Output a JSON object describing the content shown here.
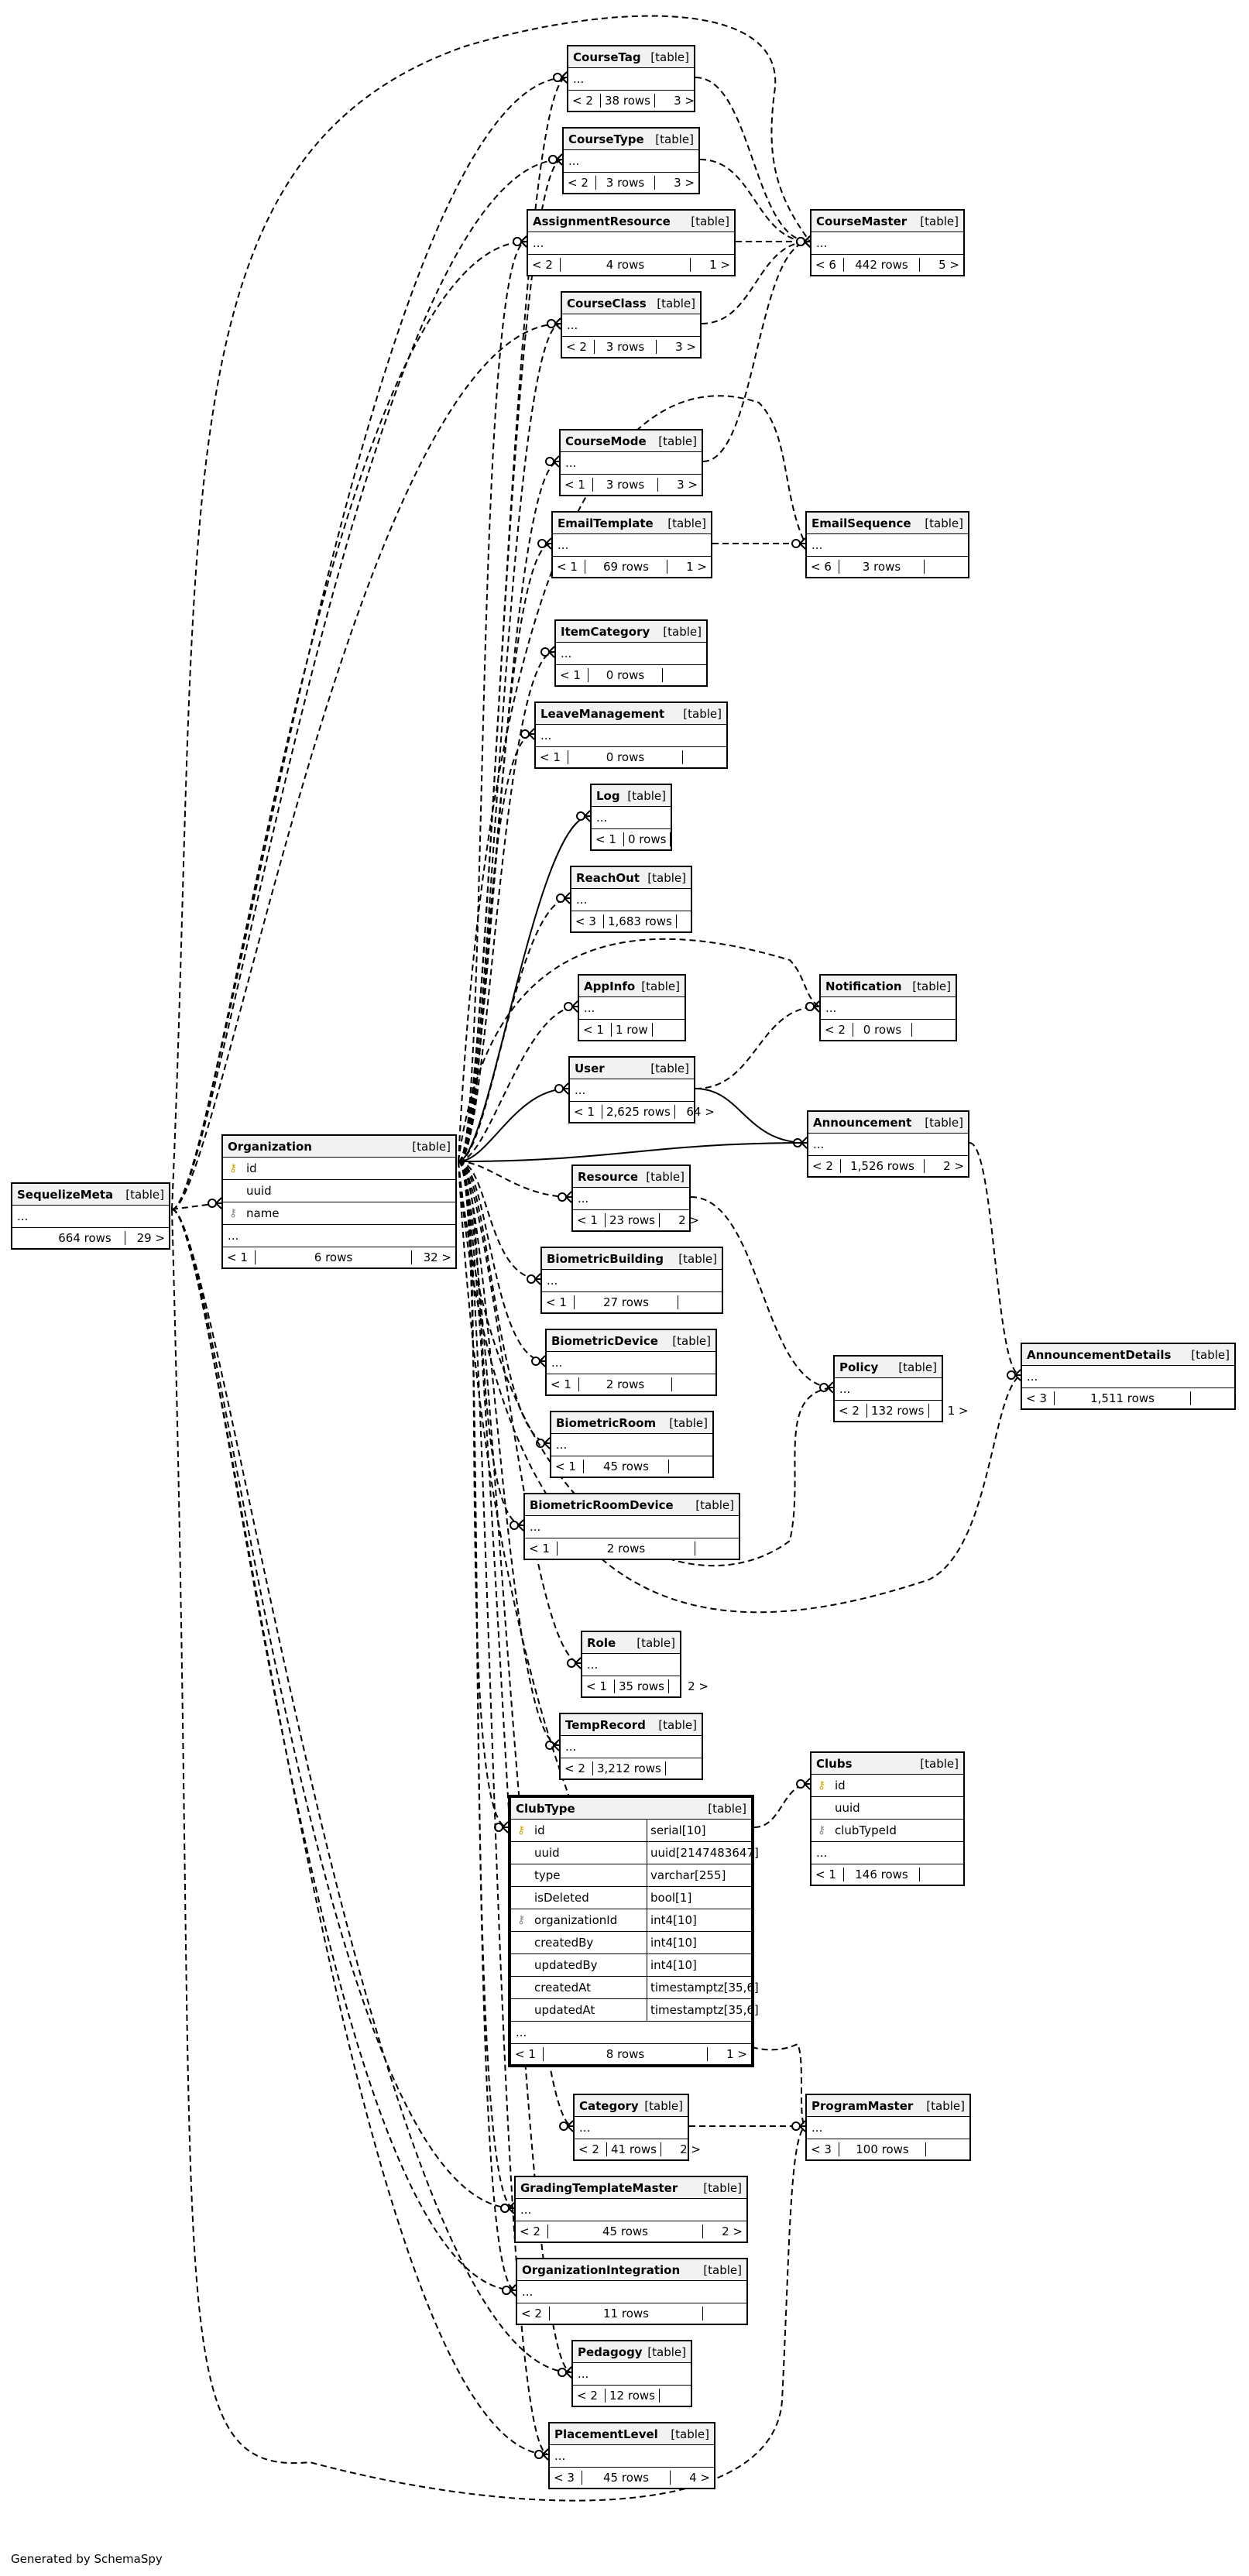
{
  "footer": "Generated by SchemaSpy",
  "type_label": "[table]",
  "ellipsis": "...",
  "tables": {
    "SequelizeMeta": {
      "name": "SequelizeMeta",
      "parents": "",
      "rows": "664 rows",
      "children": "29 >"
    },
    "Organization": {
      "name": "Organization",
      "columns": [
        {
          "name": "id",
          "key": "pk"
        },
        {
          "name": "uuid",
          "key": ""
        },
        {
          "name": "name",
          "key": "fk"
        }
      ],
      "parents": "< 1",
      "rows": "6 rows",
      "children": "32 >"
    },
    "CourseTag": {
      "name": "CourseTag",
      "parents": "< 2",
      "rows": "38 rows",
      "children": "3 >"
    },
    "CourseType": {
      "name": "CourseType",
      "parents": "< 2",
      "rows": "3 rows",
      "children": "3 >"
    },
    "AssignmentResource": {
      "name": "AssignmentResource",
      "parents": "< 2",
      "rows": "4 rows",
      "children": "1 >"
    },
    "CourseClass": {
      "name": "CourseClass",
      "parents": "< 2",
      "rows": "3 rows",
      "children": "3 >"
    },
    "CourseMaster": {
      "name": "CourseMaster",
      "parents": "< 6",
      "rows": "442 rows",
      "children": "5 >"
    },
    "CourseMode": {
      "name": "CourseMode",
      "parents": "< 1",
      "rows": "3 rows",
      "children": "3 >"
    },
    "EmailTemplate": {
      "name": "EmailTemplate",
      "parents": "< 1",
      "rows": "69 rows",
      "children": "1 >"
    },
    "EmailSequence": {
      "name": "EmailSequence",
      "parents": "< 6",
      "rows": "3 rows",
      "children": ""
    },
    "ItemCategory": {
      "name": "ItemCategory",
      "parents": "< 1",
      "rows": "0 rows",
      "children": ""
    },
    "LeaveManagement": {
      "name": "LeaveManagement",
      "parents": "< 1",
      "rows": "0 rows",
      "children": ""
    },
    "Log": {
      "name": "Log",
      "parents": "< 1",
      "rows": "0 rows",
      "children": ""
    },
    "ReachOut": {
      "name": "ReachOut",
      "parents": "< 3",
      "rows": "1,683 rows",
      "children": ""
    },
    "AppInfo": {
      "name": "AppInfo",
      "parents": "< 1",
      "rows": "1 row",
      "children": ""
    },
    "Notification": {
      "name": "Notification",
      "parents": "< 2",
      "rows": "0 rows",
      "children": ""
    },
    "User": {
      "name": "User",
      "parents": "< 1",
      "rows": "2,625 rows",
      "children": "64 >"
    },
    "Announcement": {
      "name": "Announcement",
      "parents": "< 2",
      "rows": "1,526 rows",
      "children": "2 >"
    },
    "Resource": {
      "name": "Resource",
      "parents": "< 1",
      "rows": "23 rows",
      "children": "2 >"
    },
    "BiometricBuilding": {
      "name": "BiometricBuilding",
      "parents": "< 1",
      "rows": "27 rows",
      "children": ""
    },
    "BiometricDevice": {
      "name": "BiometricDevice",
      "parents": "< 1",
      "rows": "2 rows",
      "children": ""
    },
    "Policy": {
      "name": "Policy",
      "parents": "< 2",
      "rows": "132 rows",
      "children": "1 >"
    },
    "AnnouncementDetails": {
      "name": "AnnouncementDetails",
      "parents": "< 3",
      "rows": "1,511 rows",
      "children": ""
    },
    "BiometricRoom": {
      "name": "BiometricRoom",
      "parents": "< 1",
      "rows": "45 rows",
      "children": ""
    },
    "BiometricRoomDevice": {
      "name": "BiometricRoomDevice",
      "parents": "< 1",
      "rows": "2 rows",
      "children": ""
    },
    "Role": {
      "name": "Role",
      "parents": "< 1",
      "rows": "35 rows",
      "children": "2 >"
    },
    "TempRecord": {
      "name": "TempRecord",
      "parents": "< 2",
      "rows": "3,212 rows",
      "children": ""
    },
    "ClubType": {
      "name": "ClubType",
      "columns": [
        {
          "name": "id",
          "key": "pk",
          "type": "serial[10]"
        },
        {
          "name": "uuid",
          "key": "",
          "type": "uuid[2147483647]"
        },
        {
          "name": "type",
          "key": "",
          "type": "varchar[255]"
        },
        {
          "name": "isDeleted",
          "key": "",
          "type": "bool[1]"
        },
        {
          "name": "organizationId",
          "key": "fk",
          "type": "int4[10]"
        },
        {
          "name": "createdBy",
          "key": "",
          "type": "int4[10]"
        },
        {
          "name": "updatedBy",
          "key": "",
          "type": "int4[10]"
        },
        {
          "name": "createdAt",
          "key": "",
          "type": "timestamptz[35,6]"
        },
        {
          "name": "updatedAt",
          "key": "",
          "type": "timestamptz[35,6]"
        }
      ],
      "parents": "< 1",
      "rows": "8 rows",
      "children": "1 >"
    },
    "Clubs": {
      "name": "Clubs",
      "columns": [
        {
          "name": "id",
          "key": "pk"
        },
        {
          "name": "uuid",
          "key": ""
        },
        {
          "name": "clubTypeId",
          "key": "fk"
        }
      ],
      "parents": "< 1",
      "rows": "146 rows",
      "children": ""
    },
    "Category": {
      "name": "Category",
      "parents": "< 2",
      "rows": "41 rows",
      "children": "2 >"
    },
    "ProgramMaster": {
      "name": "ProgramMaster",
      "parents": "< 3",
      "rows": "100 rows",
      "children": ""
    },
    "GradingTemplateMaster": {
      "name": "GradingTemplateMaster",
      "parents": "< 2",
      "rows": "45 rows",
      "children": "2 >"
    },
    "OrganizationIntegration": {
      "name": "OrganizationIntegration",
      "parents": "< 2",
      "rows": "11 rows",
      "children": ""
    },
    "Pedagogy": {
      "name": "Pedagogy",
      "parents": "< 2",
      "rows": "12 rows",
      "children": ""
    },
    "PlacementLevel": {
      "name": "PlacementLevel",
      "parents": "< 3",
      "rows": "45 rows",
      "children": "4 >"
    }
  }
}
